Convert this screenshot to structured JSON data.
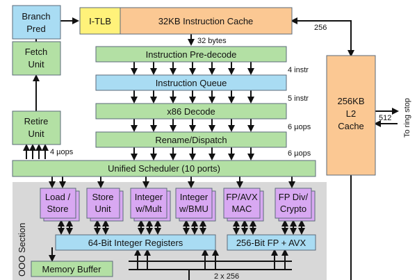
{
  "colors": {
    "green": "#b3e0a4",
    "blue": "#a9dcf3",
    "orange": "#fbc893",
    "yellow": "#fff27a",
    "purple": "#d8a8f2",
    "ooo_bg": "#d8d8d8",
    "stroke": "#5b6a7a",
    "arrow": "#111111"
  },
  "blocks": {
    "branch_pred": [
      "Branch",
      "Pred"
    ],
    "fetch_unit": [
      "Fetch",
      "Unit"
    ],
    "retire_unit": [
      "Retire",
      "Unit"
    ],
    "itlb": "I-TLB",
    "icache": "32KB Instruction Cache",
    "predecode": "Instruction Pre-decode",
    "queue": "Instruction Queue",
    "decode": "x86 Decode",
    "rename": "Rename/Dispatch",
    "scheduler": "Unified Scheduler (10 ports)",
    "l2": [
      "256KB",
      "L2",
      "Cache"
    ],
    "load_store": [
      "Load /",
      "Store"
    ],
    "store_unit": [
      "Store",
      "Unit"
    ],
    "int_mult": [
      "Integer",
      "w/Mult"
    ],
    "int_bmu": [
      "Integer",
      "w/BMU"
    ],
    "fp_mac": [
      "FP/AVX",
      "MAC"
    ],
    "fp_div": [
      "FP Div/",
      "Crypto"
    ],
    "int_regs": "64-Bit Integer Registers",
    "fp_regs": "256-Bit FP + AVX",
    "mem_buffer": "Memory Buffer",
    "ooo_section": "OOO Section"
  },
  "labels": {
    "bytes32": "32 bytes",
    "w256": "256",
    "instr4": "4 instr",
    "instr5": "5 instr",
    "uops6a": "6 µops",
    "uops6b": "6 µops",
    "uops4": "4 µops",
    "w512": "512",
    "ring_stop": "To ring stop",
    "w2x256": "2 x 256"
  }
}
